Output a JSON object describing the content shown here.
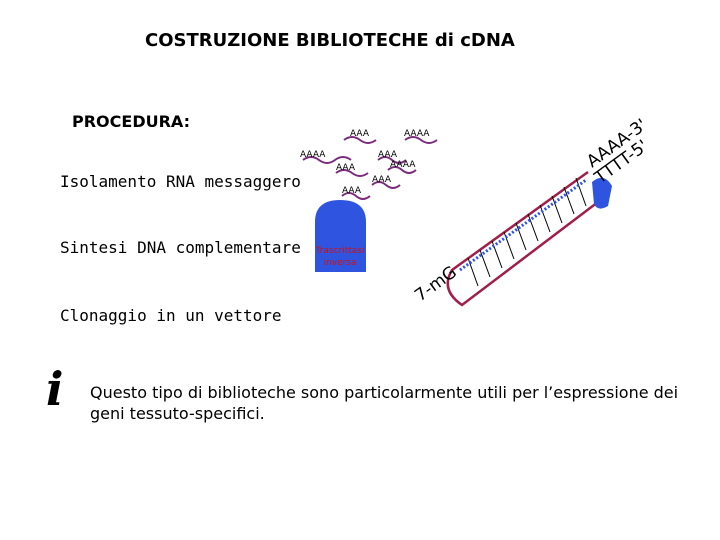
{
  "title": "COSTRUZIONE BIBLIOTECHE di cDNA",
  "procedure_label": "PROCEDURA:",
  "steps": [
    "Isolamento RNA messaggero",
    "Sintesi DNA complementare",
    "Clonaggio in un vettore"
  ],
  "info_icon": "i",
  "note": "Questo tipo di biblioteche sono particolarmente utili per l’espressione dei geni tessuto-specifici.",
  "mrna_tails": [
    "AAA",
    "AAAA",
    "AAAA",
    "AAA",
    "AAA",
    "AAAA",
    "AAA",
    "AAA"
  ],
  "enzyme_label": "Trascrittasi inversa",
  "strand": {
    "cap": "7-mG",
    "poly_a": "AAAA-3'",
    "primer": "TTTT-5'"
  },
  "colors": {
    "mrna": "#7b2c7b",
    "enzyme": "#2f55e0",
    "enzyme_text": "#d01010",
    "strand_outline": "#a01e4a",
    "cdna": "#2f55e0"
  }
}
